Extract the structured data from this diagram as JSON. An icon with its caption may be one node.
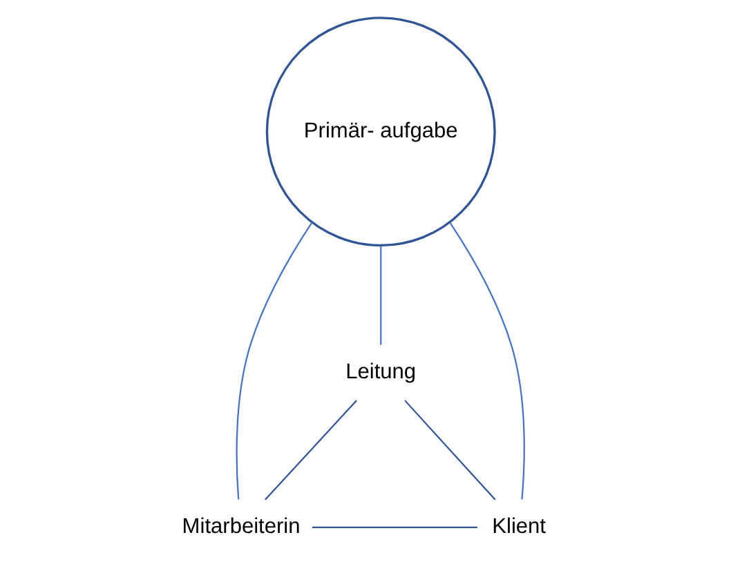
{
  "diagram": {
    "nodes": [
      {
        "text": [
          "Primär- aufgabe"
        ]
      },
      {
        "text": [
          "Leitung"
        ]
      },
      {
        "text": [
          "Mitarbeiterin"
        ]
      },
      {
        "text": [
          "Klient"
        ]
      }
    ],
    "edges": [
      {
        "from": 0,
        "to": 2,
        "arrow": "none"
      },
      {
        "from": 0,
        "to": 1,
        "arrow": "none"
      },
      {
        "from": 0,
        "to": 3,
        "arrow": "none"
      },
      {
        "from": 2,
        "to": 1,
        "arrow": "none",
        "color": "#2f5597"
      },
      {
        "from": 1,
        "to": 3,
        "arrow": "none",
        "color": "#2f5597"
      },
      {
        "from": 2,
        "to": 3,
        "arrow": "none",
        "color": "#2f5597"
      }
    ]
  }
}
